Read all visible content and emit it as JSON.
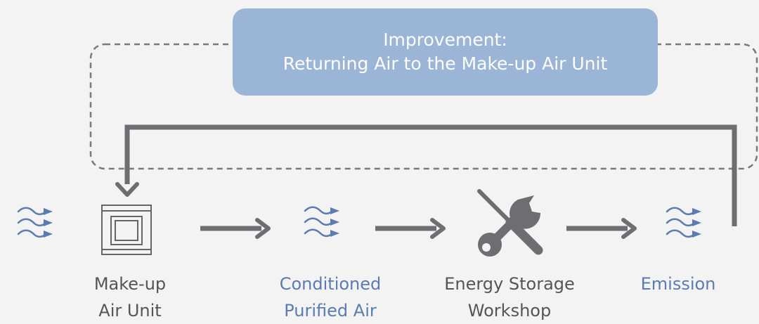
{
  "banner": {
    "line1": "Improvement:",
    "line2": "Returning Air to the Make-up Air Unit"
  },
  "nodes": [
    {
      "id": "makeup",
      "label_line1": "Make-up",
      "label_line2": "Air Unit",
      "icon": "air-unit-frame-icon"
    },
    {
      "id": "conditioned",
      "label_line1": "Conditioned",
      "label_line2": "Purified Air",
      "icon": "airflow-icon"
    },
    {
      "id": "workshop",
      "label_line1": "Energy Storage",
      "label_line2": "Workshop",
      "icon": "tools-icon"
    },
    {
      "id": "emission",
      "label_line1": "Emission",
      "icon": "airflow-icon"
    }
  ],
  "colors": {
    "background": "#f3f3f3",
    "banner": "#9bb5d6",
    "airflow": "#5a7cb0",
    "gray_line": "#6e6e72",
    "dark_text": "#555555",
    "blue_text": "#5a7cb0"
  }
}
